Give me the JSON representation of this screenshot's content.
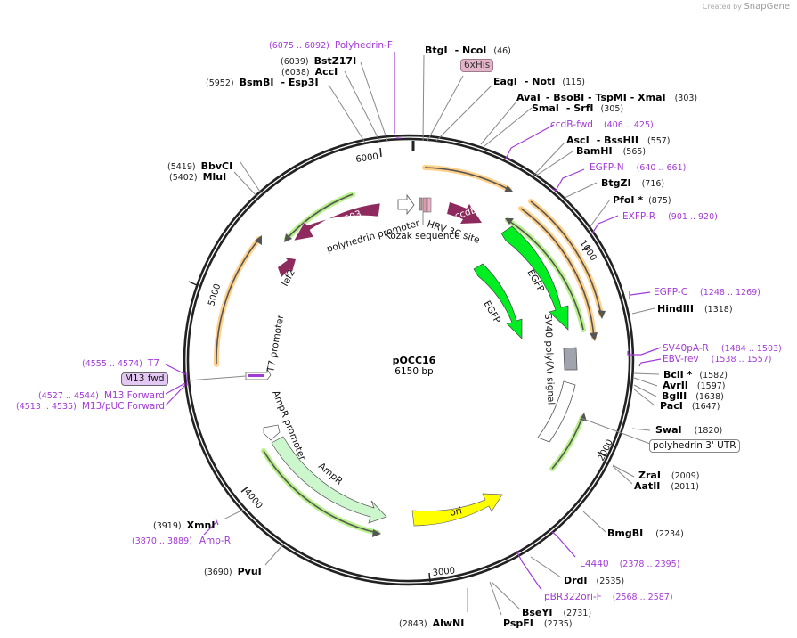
{
  "credit": {
    "prefix": "Created by",
    "brand": "SnapGene"
  },
  "plasmid": {
    "name": "pOCC16",
    "length": "6150 bp"
  },
  "ticks": [
    "1000",
    "2000",
    "3000",
    "4000",
    "5000",
    "6000"
  ],
  "sites": [
    {
      "name": "BtgI",
      "suffix": "- NcoI",
      "pos": "(46)"
    },
    {
      "name": "EagI",
      "suffix": "- NotI",
      "pos": "(115)"
    },
    {
      "name": "AvaI",
      "suffix": "- BsoBI   - TspMI   - XmaI",
      "pos": "(303)"
    },
    {
      "name": "SmaI",
      "suffix": "- SrfI",
      "pos": "(305)"
    },
    {
      "name": "AscI",
      "suffix": "- BssHII",
      "pos": "(557)"
    },
    {
      "name": "BamHI",
      "suffix": "",
      "pos": "(565)"
    },
    {
      "name": "BtgZI",
      "suffix": "",
      "pos": "(716)"
    },
    {
      "name": "PfoI *",
      "suffix": "",
      "pos": "(875)"
    },
    {
      "name": "HindIII",
      "suffix": "",
      "pos": "(1318)"
    },
    {
      "name": "BclI *",
      "suffix": "",
      "pos": "(1582)"
    },
    {
      "name": "AvrII",
      "suffix": "",
      "pos": "(1597)"
    },
    {
      "name": "BglII",
      "suffix": "",
      "pos": "(1638)"
    },
    {
      "name": "PacI",
      "suffix": "",
      "pos": "(1647)"
    },
    {
      "name": "SwaI",
      "suffix": "",
      "pos": "(1820)"
    },
    {
      "name": "ZraI",
      "suffix": "",
      "pos": "(2009)"
    },
    {
      "name": "AatII",
      "suffix": "",
      "pos": "(2011)"
    },
    {
      "name": "BmgBI",
      "suffix": "",
      "pos": "(2234)"
    },
    {
      "name": "DrdI",
      "suffix": "",
      "pos": "(2535)"
    },
    {
      "name": "BseYI",
      "suffix": "",
      "pos": "(2731)"
    },
    {
      "name": "PspFI",
      "suffix": "",
      "pos": "(2735)"
    },
    {
      "name": "AlwNI",
      "suffix": "",
      "pos": "(2843)"
    },
    {
      "name": "PvuI",
      "suffix": "",
      "pos": "(3690)"
    },
    {
      "name": "XmnI",
      "suffix": "",
      "pos": "(3919)"
    },
    {
      "name": "MluI",
      "suffix": "",
      "pos": "(5402)"
    },
    {
      "name": "BbvCI",
      "suffix": "",
      "pos": "(5419)"
    },
    {
      "name": "BsmBI",
      "suffix": "- Esp3I",
      "pos": "(5952)"
    },
    {
      "name": "AccI",
      "suffix": "",
      "pos": "(6038)"
    },
    {
      "name": "BstZ17I",
      "suffix": "",
      "pos": "(6039)"
    }
  ],
  "primers": [
    {
      "name": "Polyhedrin-F",
      "range": "(6075 .. 6092)"
    },
    {
      "name": "ccdB-fwd",
      "range": "(406 .. 425)"
    },
    {
      "name": "EGFP-N",
      "range": "(640 .. 661)"
    },
    {
      "name": "EXFP-R",
      "range": "(901 .. 920)"
    },
    {
      "name": "EGFP-C",
      "range": "(1248 .. 1269)"
    },
    {
      "name": "SV40pA-R",
      "range": "(1484 .. 1503)"
    },
    {
      "name": "EBV-rev",
      "range": "(1538 .. 1557)"
    },
    {
      "name": "L4440",
      "range": "(2378 .. 2395)"
    },
    {
      "name": "pBR322ori-F",
      "range": "(2568 .. 2587)"
    },
    {
      "name": "Amp-R",
      "range": "(3870 .. 3889)"
    },
    {
      "name": "T7",
      "range": "(4555 .. 4574)"
    },
    {
      "name": "M13 Forward",
      "range": "(4527 .. 4544)"
    },
    {
      "name": "M13/pUC Forward",
      "range": "(4513 .. 4535)"
    }
  ],
  "boxed_labels": {
    "his": "6xHis",
    "utr": "polyhedrin 3' UTR",
    "m13": "M13 fwd"
  },
  "features": {
    "orf603": "ORF603",
    "ccdb": "ccdB",
    "lef2": "lef2",
    "polyhedrin_promoter": "polyhedrin promoter",
    "kozak": "Kozak sequence",
    "hrv": "HRV 3C site",
    "egfp1": "EGFP",
    "egfp2": "EGFP",
    "sv40": "SV40 poly(A) signal",
    "t7": "T7 promoter",
    "ampr_promoter": "AmpR promoter",
    "ampr": "AmpR",
    "ori": "ori"
  },
  "colors": {
    "backbone": "#222222",
    "primer": "#a23ad6",
    "orf_highlight": "#ffd08a",
    "green_highlight": "#b8f08a",
    "egfp": "#00ee22",
    "maroon": "#8e2a5e",
    "ampr": "#ccf7cc",
    "ori": "#ffff00",
    "sv40": "#a0a4ac",
    "his_tag": "#e4b4c8"
  }
}
